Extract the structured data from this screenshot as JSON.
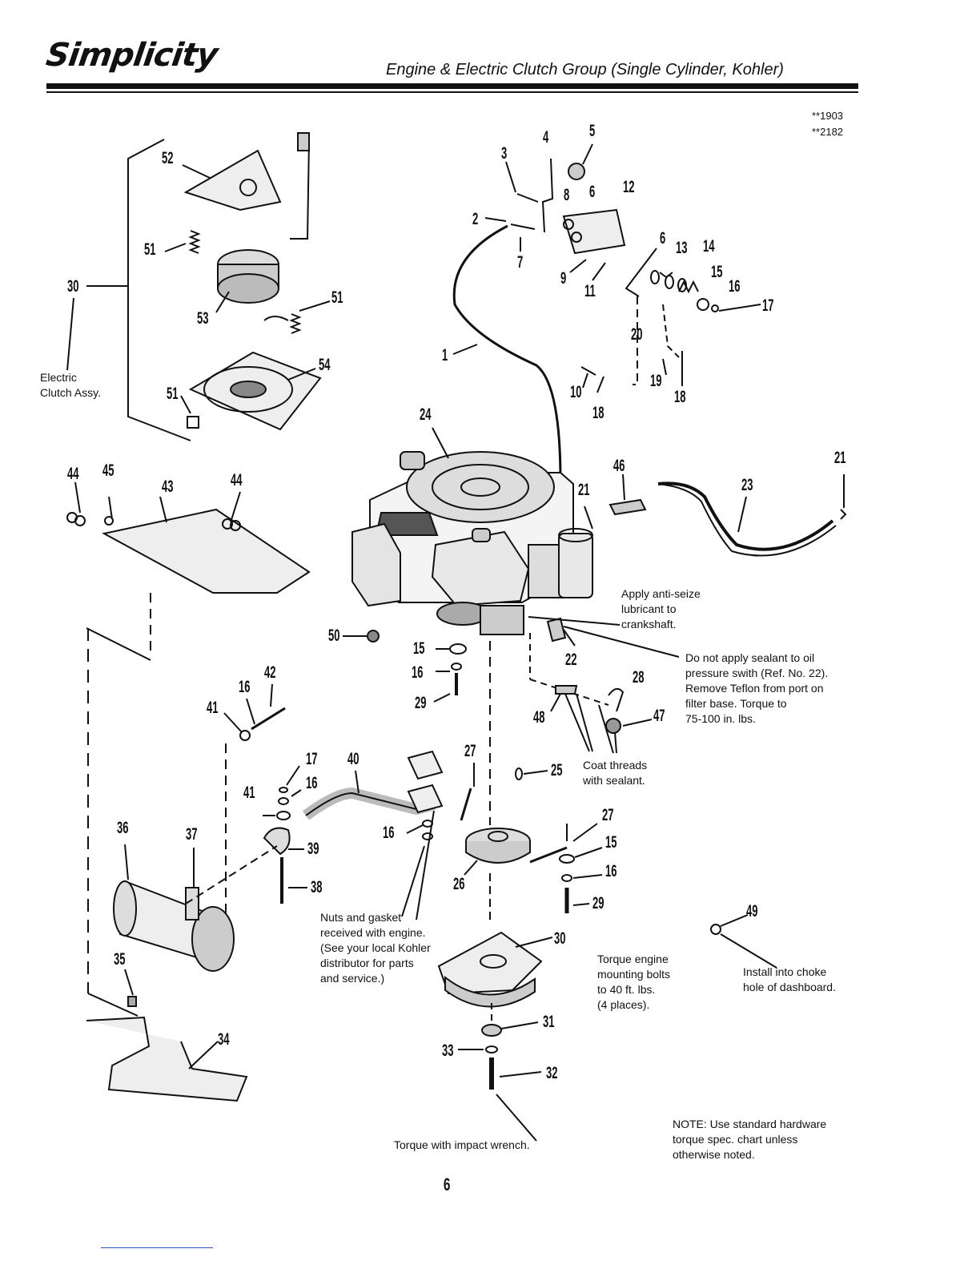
{
  "header": {
    "brand": "Simplicity",
    "title": "Engine & Electric Clutch Group (Single Cylinder, Kohler)",
    "ref_codes": [
      "**1903",
      "**2182"
    ]
  },
  "callouts": [
    "52",
    "51",
    "30",
    "53",
    "51",
    "54",
    "51",
    "4",
    "5",
    "3",
    "8",
    "6",
    "12",
    "2",
    "7",
    "9",
    "11",
    "6",
    "13",
    "14",
    "15",
    "16",
    "17",
    "20",
    "1",
    "19",
    "18",
    "10",
    "18",
    "24",
    "46",
    "21",
    "23",
    "21",
    "44",
    "45",
    "43",
    "44",
    "50",
    "15",
    "16",
    "29",
    "22",
    "28",
    "48",
    "47",
    "42",
    "16",
    "41",
    "17",
    "40",
    "27",
    "25",
    "16",
    "41",
    "16",
    "36",
    "37",
    "39",
    "38",
    "27",
    "15",
    "26",
    "16",
    "29",
    "49",
    "30",
    "35",
    "31",
    "33",
    "32",
    "34"
  ],
  "notes": {
    "electric_clutch": "Electric\nClutch Assy.",
    "anti_seize": "Apply anti-seize\nlubricant to\ncrankshaft.",
    "sealant_oil": "Do not apply sealant to oil\npressure swith (Ref. No. 22).\nRemove Teflon from port on\nfilter base. Torque to\n75-100 in. lbs.",
    "coat_threads": "Coat threads\nwith sealant.",
    "nuts_gasket": "Nuts and gasket\nreceived with engine.\n(See your local Kohler\ndistributor for parts\nand service.)",
    "torque_engine": "Torque engine\nmounting bolts\nto 40 ft. lbs.\n(4 places).",
    "choke": "Install into choke\nhole of dashboard.",
    "impact": "Torque with impact wrench.",
    "hardware": "NOTE: Use standard hardware\ntorque spec. chart unless\notherwise noted."
  },
  "page_number": "6"
}
